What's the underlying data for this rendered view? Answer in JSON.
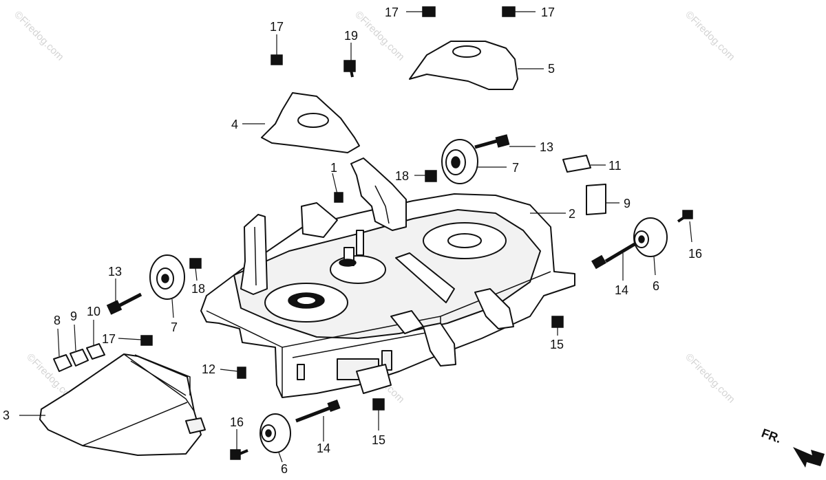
{
  "callouts": [
    {
      "id": "c1",
      "text": "1"
    },
    {
      "id": "c2",
      "text": "2"
    },
    {
      "id": "c3",
      "text": "3"
    },
    {
      "id": "c4",
      "text": "4"
    },
    {
      "id": "c5",
      "text": "5"
    },
    {
      "id": "c6a",
      "text": "6"
    },
    {
      "id": "c6b",
      "text": "6"
    },
    {
      "id": "c7a",
      "text": "7"
    },
    {
      "id": "c7b",
      "text": "7"
    },
    {
      "id": "c8",
      "text": "8"
    },
    {
      "id": "c9a",
      "text": "9"
    },
    {
      "id": "c9b",
      "text": "9"
    },
    {
      "id": "c10",
      "text": "10"
    },
    {
      "id": "c11",
      "text": "11"
    },
    {
      "id": "c12",
      "text": "12"
    },
    {
      "id": "c13a",
      "text": "13"
    },
    {
      "id": "c13b",
      "text": "13"
    },
    {
      "id": "c14a",
      "text": "14"
    },
    {
      "id": "c14b",
      "text": "14"
    },
    {
      "id": "c15a",
      "text": "15"
    },
    {
      "id": "c15b",
      "text": "15"
    },
    {
      "id": "c16a",
      "text": "16"
    },
    {
      "id": "c16b",
      "text": "16"
    },
    {
      "id": "c17a",
      "text": "17"
    },
    {
      "id": "c17b",
      "text": "17"
    },
    {
      "id": "c17c",
      "text": "17"
    },
    {
      "id": "c17d",
      "text": "17"
    },
    {
      "id": "c18a",
      "text": "18"
    },
    {
      "id": "c18b",
      "text": "18"
    },
    {
      "id": "c19",
      "text": "19"
    }
  ],
  "front_indicator": "FR.",
  "watermark": "©Firedog.com"
}
